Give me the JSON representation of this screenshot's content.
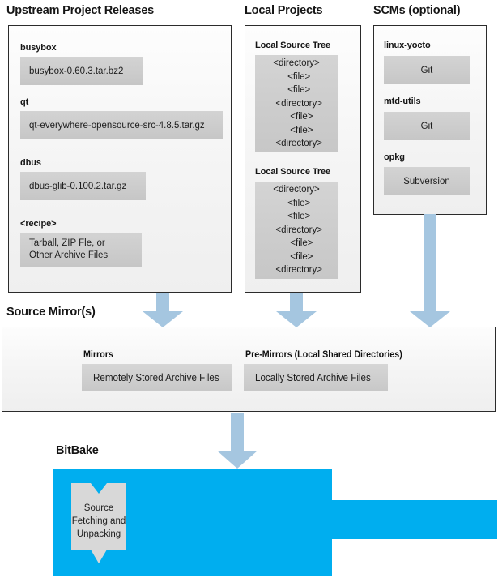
{
  "colors": {
    "arrow": "#A5C6E0",
    "bitbake_blue": "#00AEEF",
    "chip_gray": "#CFCFCF",
    "panel_border": "#2B2B2B",
    "text": "#1A1A1A"
  },
  "sections": {
    "upstream": {
      "title": "Upstream Project Releases",
      "items": [
        {
          "label": "busybox",
          "value": "busybox-0.60.3.tar.bz2"
        },
        {
          "label": "qt",
          "value": "qt-everywhere-opensource-src-4.8.5.tar.gz"
        },
        {
          "label": "dbus",
          "value": "dbus-glib-0.100.2.tar.gz"
        },
        {
          "label": "<recipe>",
          "value_line1": "Tarball, ZIP Fle, or",
          "value_line2": "Other Archive Files"
        }
      ]
    },
    "local_projects": {
      "title": "Local Projects",
      "trees": [
        {
          "label": "Local Source Tree",
          "lines": [
            "<directory>",
            "  <file>",
            "  <file>",
            "  <directory>",
            "    <file>",
            "    <file>",
            "  <directory>"
          ]
        },
        {
          "label": "Local Source Tree",
          "lines": [
            "<directory>",
            "  <file>",
            "  <file>",
            "  <directory>",
            "    <file>",
            "    <file>",
            "  <directory>"
          ]
        }
      ]
    },
    "scms": {
      "title": "SCMs (optional)",
      "items": [
        {
          "label": "linux-yocto",
          "value": "Git"
        },
        {
          "label": "mtd-utils",
          "value": "Git"
        },
        {
          "label": "opkg",
          "value": "Subversion"
        }
      ]
    },
    "source_mirrors": {
      "title": "Source Mirror(s)",
      "groups": [
        {
          "label": "Mirrors",
          "value": "Remotely Stored Archive Files"
        },
        {
          "label": "Pre-Mirrors (Local Shared Directories)",
          "value": "Locally Stored Archive Files"
        }
      ]
    },
    "bitbake": {
      "title": "BitBake",
      "node_line1": "Source",
      "node_line2": "Fetching and",
      "node_line3": "Unpacking"
    }
  },
  "arrows": [
    {
      "name": "arrow-upstream-to-mirrors"
    },
    {
      "name": "arrow-local-projects-to-mirrors"
    },
    {
      "name": "arrow-scms-to-mirrors"
    },
    {
      "name": "arrow-mirrors-to-bitbake"
    }
  ]
}
